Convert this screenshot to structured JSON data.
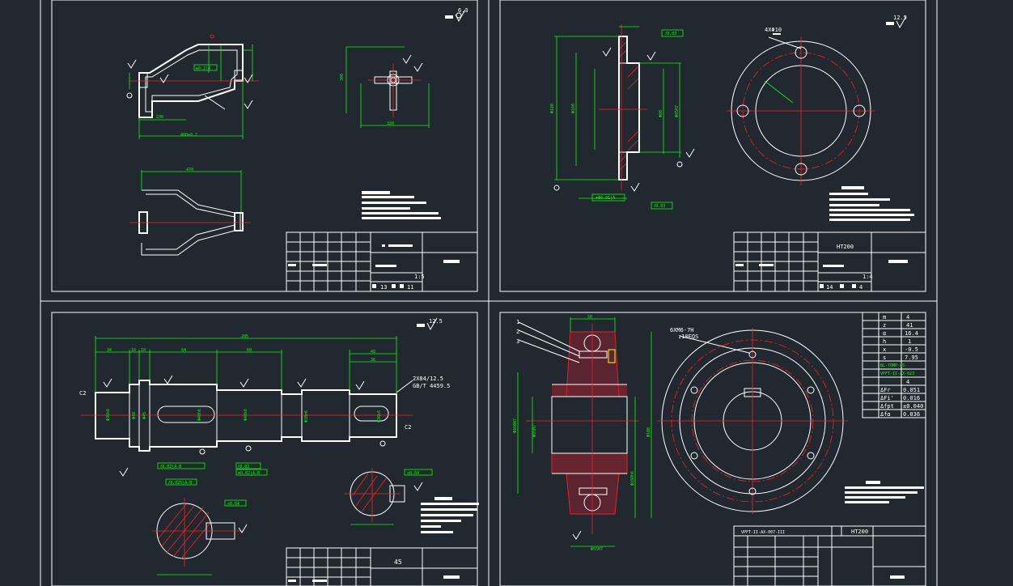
{
  "drawing_1": {
    "roughness": "6.3",
    "dims": [
      "480±0.2",
      "470",
      "230",
      "320",
      "300"
    ],
    "title_scale": "1:5",
    "sheet_numbers": [
      "13",
      "11"
    ]
  },
  "drawing_2": {
    "roughness": "12.5",
    "hole_spec": "4XΦ10",
    "material": "HT200",
    "title_scale": "1:4",
    "sheet_numbers": [
      "14",
      "4"
    ]
  },
  "drawing_3": {
    "roughness": "12.5",
    "length": "285",
    "chamfer_left": "C2",
    "chamfer_right": "C2",
    "spline_spec": "2X84/12.5",
    "spline_std": "GB/T 4459.5",
    "material": "45"
  },
  "drawing_4": {
    "thread_spec": "6XM6-7H",
    "thread_depth": "↧10EQS",
    "material": "HT200",
    "doc_code": "VPFT-II-AX-007-III",
    "param_table": [
      [
        "m",
        "4"
      ],
      [
        "z",
        "41"
      ],
      [
        "α",
        "16.4"
      ],
      [
        "h",
        "1"
      ],
      [
        "x",
        "-0.5"
      ],
      [
        "s",
        "7.95"
      ],
      [
        "",
        "BL-70MP-45"
      ],
      [
        "",
        "VPFT-II-AX-623"
      ],
      [
        "",
        "4"
      ],
      [
        "ΔFr",
        "0.051"
      ],
      [
        "ΔFi'",
        "0.016"
      ],
      [
        "Δfpt",
        "±0.040"
      ],
      [
        "Δfα",
        "0.036"
      ]
    ]
  }
}
